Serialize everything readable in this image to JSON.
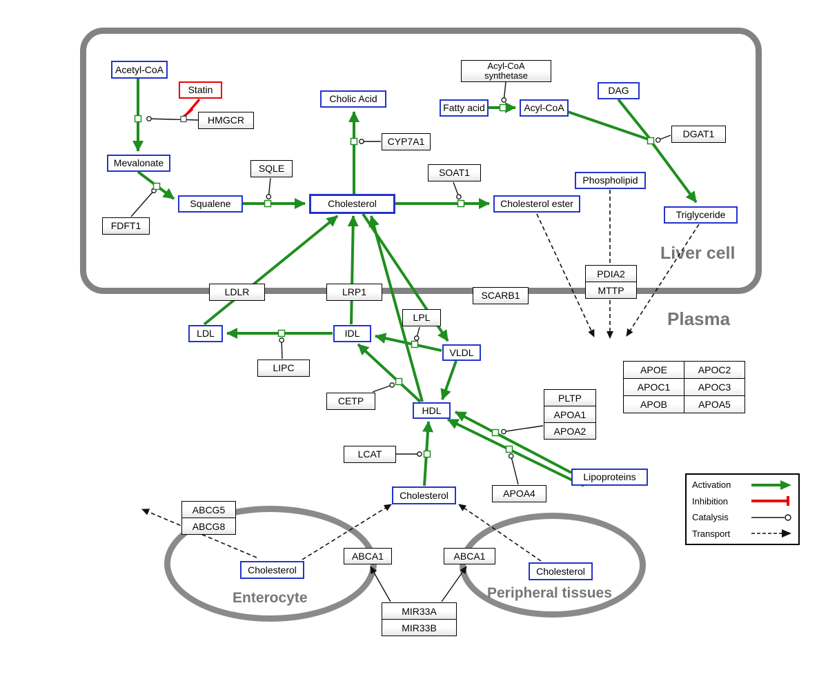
{
  "compartments": {
    "liver": "Liver cell",
    "plasma": "Plasma",
    "enterocyte": "Enterocyte",
    "peripheral": "Peripheral tissues"
  },
  "nodes": {
    "acetyl_coa": "Acetyl-CoA",
    "statin": "Statin",
    "hmgcr": "HMGCR",
    "mevalonate": "Mevalonate",
    "fdft1": "FDFT1",
    "squalene": "Squalene",
    "sqle": "SQLE",
    "cholesterol_liver": "Cholesterol",
    "cholic_acid": "Cholic Acid",
    "cyp7a1": "CYP7A1",
    "soat1": "SOAT1",
    "cholesterol_ester": "Cholesterol ester",
    "acyl_coa_synthetase_line1": "Acyl-CoA",
    "acyl_coa_synthetase_line2": "synthetase",
    "fatty_acid": "Fatty acid",
    "acyl_coa": "Acyl-CoA",
    "dag": "DAG",
    "dgat1": "DGAT1",
    "phospholipid": "Phospholipid",
    "triglyceride": "Triglyceride",
    "ldlr": "LDLR",
    "lrp1": "LRP1",
    "scarb1": "SCARB1",
    "pdia2": "PDIA2",
    "mttp": "MTTP",
    "ldl": "LDL",
    "idl": "IDL",
    "lipc": "LIPC",
    "lpl": "LPL",
    "vldl": "VLDL",
    "cetp": "CETP",
    "hdl": "HDL",
    "lcat": "LCAT",
    "pltp": "PLTP",
    "apoa1": "APOA1",
    "apoa2": "APOA2",
    "apoa4": "APOA4",
    "lipoproteins": "Lipoproteins",
    "apoe": "APOE",
    "apoc2": "APOC2",
    "apoc1": "APOC1",
    "apoc3": "APOC3",
    "apob": "APOB",
    "apoa5": "APOA5",
    "cholesterol_plasma": "Cholesterol",
    "abcg5": "ABCG5",
    "abcg8": "ABCG8",
    "cholesterol_enterocyte": "Cholesterol",
    "abca1_enterocyte": "ABCA1",
    "abca1_peripheral": "ABCA1",
    "cholesterol_peripheral": "Cholesterol",
    "mir33a": "MIR33A",
    "mir33b": "MIR33B"
  },
  "legend": {
    "activation": "Activation",
    "inhibition": "Inhibition",
    "catalysis": "Catalysis",
    "transport": "Transport"
  },
  "colors": {
    "activation_green": "#1e8e1e",
    "inhibition_red": "#ee0000",
    "metabolite_border_blue": "#2233cc",
    "membrane_gray": "#828282"
  }
}
